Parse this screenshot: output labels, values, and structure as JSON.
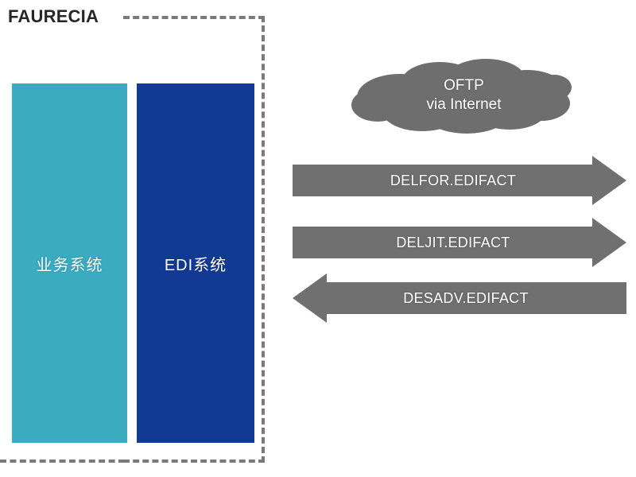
{
  "diagram": {
    "title": "FAURECIA",
    "boundary_name": "faurecia-boundary",
    "colors": {
      "business_system": "#3BABC2",
      "edi_system": "#123A94",
      "arrow_gray": "#707070",
      "cloud_gray": "#6E6E6E",
      "dash_gray": "#7A7A7A",
      "title_text": "#262626",
      "label_text": "#FFFFFF",
      "background": "#FFFFFF"
    },
    "boxes": [
      {
        "id": "business-system",
        "label": "业务系统",
        "color": "#3BABC2"
      },
      {
        "id": "edi-system",
        "label": "EDI系统",
        "color": "#123A94"
      }
    ],
    "cloud": {
      "line1": "OFTP",
      "line2": "via Internet"
    },
    "messages": [
      {
        "id": "delfor",
        "label": "DELFOR.EDIFACT",
        "direction": "right"
      },
      {
        "id": "deljit",
        "label": "DELJIT.EDIFACT",
        "direction": "right"
      },
      {
        "id": "desadv",
        "label": "DESADV.EDIFACT",
        "direction": "left"
      }
    ]
  }
}
